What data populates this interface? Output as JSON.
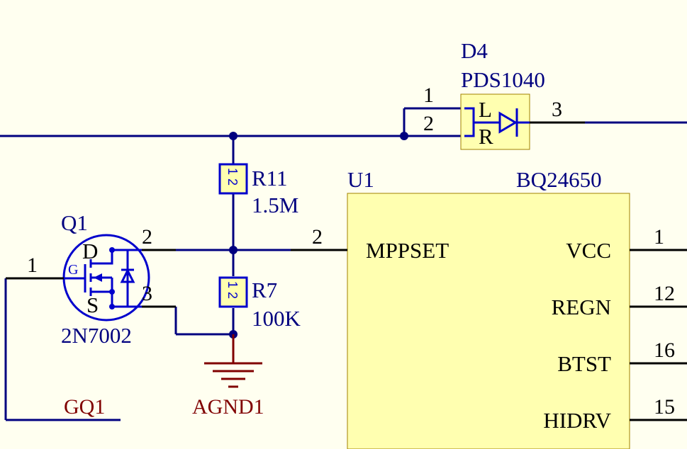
{
  "components": {
    "d4": {
      "ref": "D4",
      "value": "PDS1040",
      "pin1": "1",
      "pin2": "2",
      "pin3": "3",
      "label_l": "L",
      "label_r": "R"
    },
    "r11": {
      "ref": "R11",
      "value": "1.5M",
      "pin_text": "1 2"
    },
    "r7": {
      "ref": "R7",
      "value": "100K",
      "pin_text": "1 2"
    },
    "q1": {
      "ref": "Q1",
      "value": "2N7002",
      "pin1": "1",
      "pin2": "2",
      "pin3": "3",
      "label_d": "D",
      "label_g": "G",
      "label_s": "S"
    },
    "u1": {
      "ref": "U1",
      "value": "BQ24650",
      "left_pins": [
        {
          "name": "MPPSET",
          "number": "2"
        }
      ],
      "right_pins": [
        {
          "name": "VCC",
          "number": "1"
        },
        {
          "name": "REGN",
          "number": "12"
        },
        {
          "name": "BTST",
          "number": "16"
        },
        {
          "name": "HIDRV",
          "number": "15"
        }
      ]
    }
  },
  "nets": {
    "gq1": "GQ1",
    "agnd1": "AGND1"
  },
  "colors": {
    "background": "#FFFFF0",
    "wire": "#00007F",
    "symbol": "#0000CC",
    "ic_fill": "#FFFFB0",
    "net_label": "#800000"
  }
}
